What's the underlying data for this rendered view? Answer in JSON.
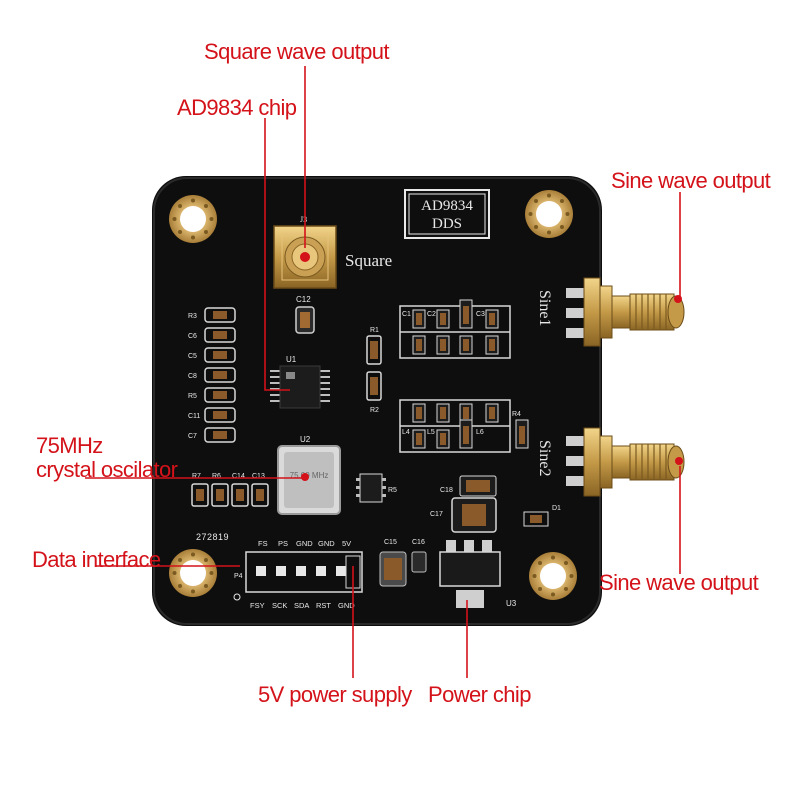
{
  "callouts": {
    "square_wave_output": "Square wave output",
    "ad9834_chip": "AD9834 chip",
    "sine_wave_output_top": "Sine wave output",
    "crystal_line1": "75MHz",
    "crystal_line2": "crystal oscilator",
    "data_interface": "Data interface",
    "sine_wave_output_bottom": "Sine wave output",
    "power_supply_5v": "5V power supply",
    "power_chip": "Power chip"
  },
  "board": {
    "badge_line1": "AD9834",
    "badge_line2": "DDS",
    "square_label": "Square",
    "sine1_label": "Sine1",
    "sine2_label": "Sine2",
    "serial": "272819",
    "u1": "U1",
    "u2": "U2",
    "u3": "U3",
    "j3": "J3",
    "p4": "P4",
    "c12": "C12",
    "c15": "C15",
    "c16": "C16",
    "c17": "C17",
    "c18": "C18",
    "r5": "R5",
    "r4": "R4",
    "d1": "D1",
    "r7": "R7",
    "r6": "R6",
    "c14": "C14",
    "c13": "C13",
    "crystal_marking": "75.00 MHz",
    "header_top_labels": [
      "FS",
      "PS",
      "GND",
      "GND",
      "5V"
    ],
    "header_bottom_labels": [
      "FSY",
      "SCK",
      "SDA",
      "RST",
      "GND"
    ],
    "left_column_labels": [
      "R3",
      "C6",
      "C5",
      "C8",
      "R5",
      "C11",
      "C7"
    ],
    "top_filter_labels": [
      "C1",
      "C2",
      "C3"
    ],
    "bottom_filter_labels": [
      "L4",
      "L5",
      "L6"
    ],
    "left_resistors": [
      "R1",
      "R2"
    ]
  },
  "colors": {
    "accent": "#d4121a",
    "pcb": "#111111",
    "gold": "#c8a050",
    "silkscreen": "#e8e8e8"
  }
}
